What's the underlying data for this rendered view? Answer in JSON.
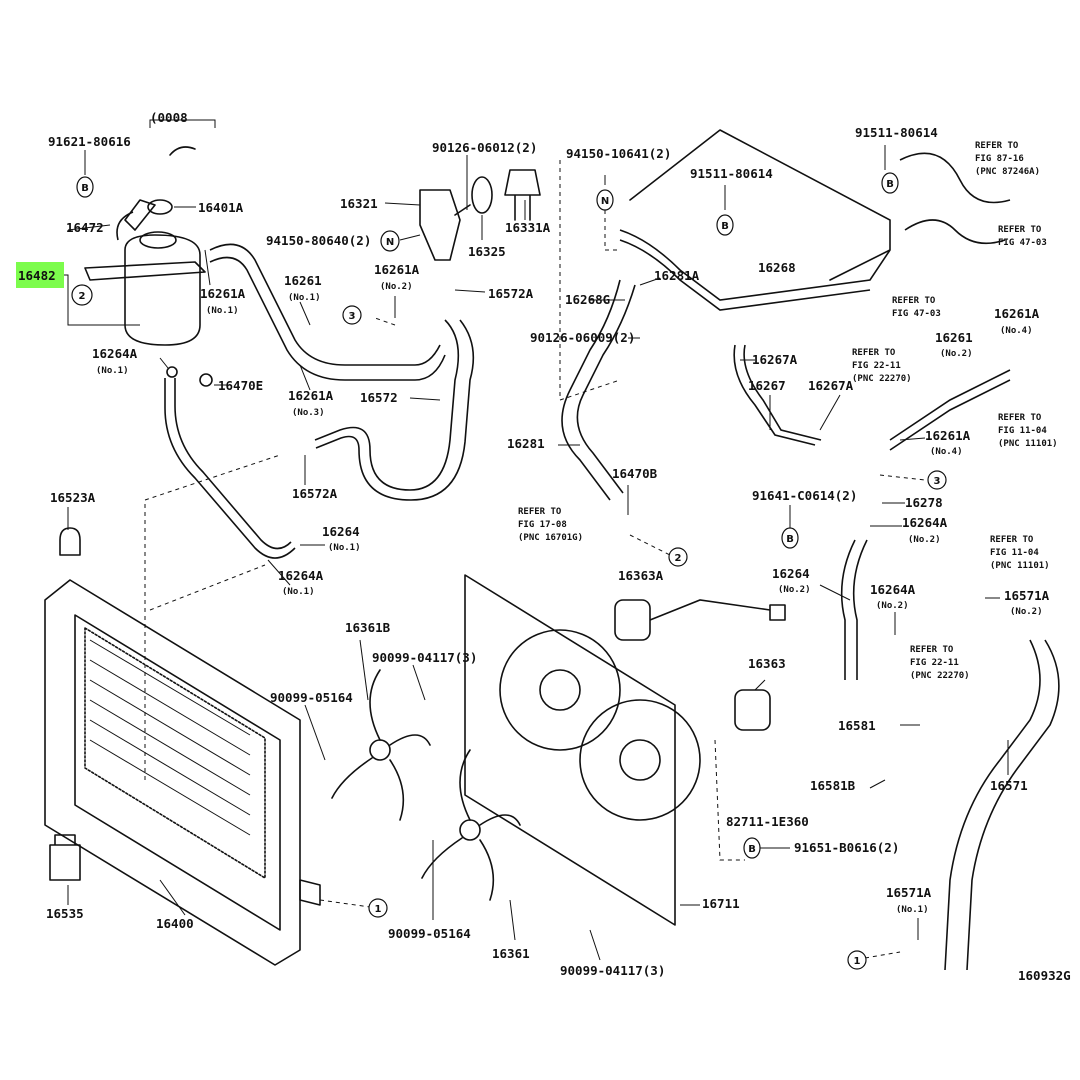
{
  "figure_code": "160932G",
  "highlighted": "16482",
  "colors": {
    "highlight": "#7CFC4C",
    "ink": "#111111",
    "paper": "#ffffff"
  },
  "callouts": {
    "c0008": "(0008",
    "c91621": "91621-80616",
    "c16472": "16472",
    "c16482": "16482",
    "c16401A": "16401A",
    "c16261A_1": "16261A",
    "c16261A_1n": "(No.1)",
    "c16264A_1": "16264A",
    "c16264A_1n": "(No.1)",
    "c16470E": "16470E",
    "c16523A": "16523A",
    "c16535": "16535",
    "c16400": "16400",
    "c16321": "16321",
    "c90126a": "90126-06012(2)",
    "c16325": "16325",
    "c16331A": "16331A",
    "c94150a": "94150-80640(2)",
    "c16261": "16261",
    "c16261n": "(No.1)",
    "c16261A_2": "16261A",
    "c16261A_2n": "(No.2)",
    "c16572A_1": "16572A",
    "c16261A_3": "16261A",
    "c16261A_3n": "(No.3)",
    "c16572": "16572",
    "c16572A_2": "16572A",
    "c16264": "16264",
    "c16264n": "(No.1)",
    "c16264A_2": "16264A",
    "c16264A_2n": "(No.1)",
    "c94150b": "94150-10641(2)",
    "c91511a": "91511-80614",
    "c91511b": "91511-80614",
    "ref8716": "REFER TO",
    "ref8716b": "FIG 87-16",
    "ref8716c": "(PNC 87246A)",
    "ref4703a": "REFER TO",
    "ref4703ab": "FIG 47-03",
    "c16281A": "16281A",
    "c16268": "16268",
    "c16268G": "16268G",
    "ref4703b": "REFER TO",
    "ref4703bb": "FIG 47-03",
    "c90126b": "90126-06009(2)",
    "c16267A_1": "16267A",
    "ref2211a": "REFER TO",
    "ref2211ab": "FIG 22-11",
    "ref2211ac": "(PNC 22270)",
    "c16261_2": "16261",
    "c16261_2n": "(No.2)",
    "c16261A_4": "16261A",
    "c16261A_4n": "(No.4)",
    "c16267": "16267",
    "c16267A_2": "16267A",
    "ref1104a": "REFER TO",
    "ref1104ab": "FIG 11-04",
    "ref1104ac": "(PNC 11101)",
    "c16281": "16281",
    "c16261A_5": "16261A",
    "c16261A_5n": "(No.4)",
    "c16470B": "16470B",
    "c91641": "91641-C0614(2)",
    "c16278": "16278",
    "c16264A_3": "16264A",
    "c16264A_3n": "(No.2)",
    "ref1708": "REFER TO",
    "ref1708b": "FIG 17-08",
    "ref1708c": "(PNC 16701G)",
    "c16363A": "16363A",
    "c16264_2": "16264",
    "c16264_2n": "(No.2)",
    "c16264A_4": "16264A",
    "c16264A_4n": "(No.2)",
    "ref1104b": "REFER TO",
    "ref1104bb": "FIG 11-04",
    "ref1104bc": "(PNC 11101)",
    "c16571A_1": "16571A",
    "c16571A_1n": "(No.2)",
    "ref2211b": "REFER TO",
    "ref2211bb": "FIG 22-11",
    "ref2211bc": "(PNC 22270)",
    "c16361B": "16361B",
    "c90099a": "90099-04117(3)",
    "c90099b": "90099-05164",
    "c16363": "16363",
    "c16581": "16581",
    "c16581B": "16581B",
    "c16571": "16571",
    "c82711": "82711-1E360",
    "c91651": "91651-B0616(2)",
    "c16711": "16711",
    "c90099c": "90099-05164",
    "c16361": "16361",
    "c90099d": "90099-04117(3)",
    "c16571A_2": "16571A",
    "c16571A_2n": "(No.1)"
  },
  "markers": {
    "B1": "B",
    "B2": "B",
    "B3": "B",
    "B4": "B",
    "B5": "B",
    "N1": "N",
    "N2": "N",
    "n1a": "1",
    "n1b": "1",
    "n2a": "2",
    "n2b": "2",
    "n3a": "3",
    "n3b": "3"
  }
}
